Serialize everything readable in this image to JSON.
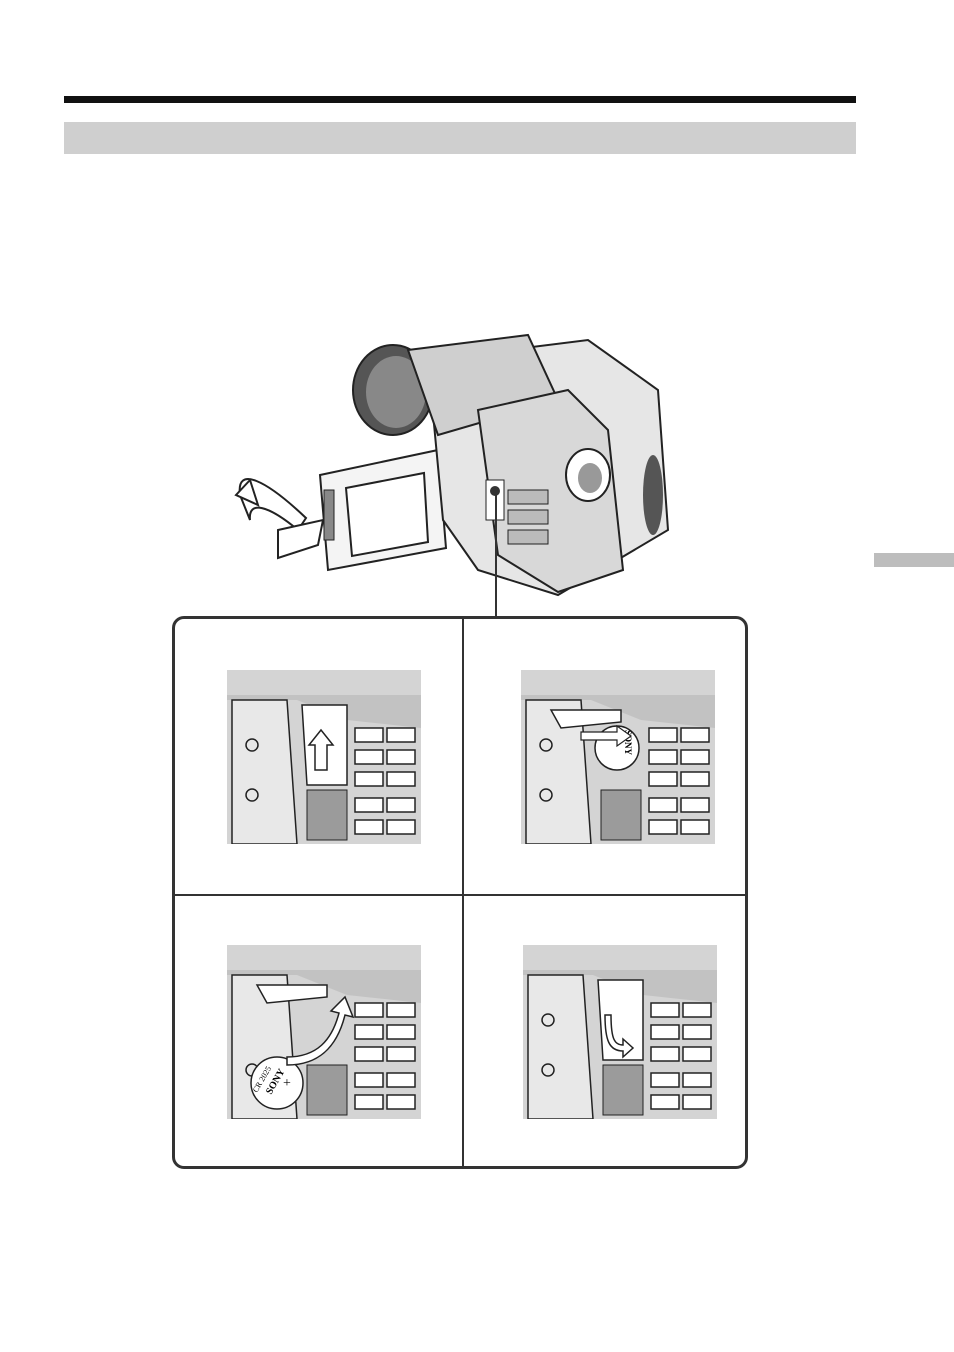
{
  "figure": {
    "camera_icons": [
      "camcorder-icon",
      "lcd-panel-icon",
      "open-arrow-icon"
    ],
    "steps": [
      {
        "panel": "open-cover",
        "icon": "up-arrow-icon"
      },
      {
        "panel": "remove-battery",
        "icon": "battery-out-icon",
        "battery_text": "SONY"
      },
      {
        "panel": "insert-battery",
        "icon": "curved-arrow-icon",
        "battery_brand": "SONY",
        "battery_model": "CR 2025",
        "battery_polarity": "+"
      },
      {
        "panel": "close-cover",
        "icon": "down-arrow-icon"
      }
    ]
  },
  "colors": {
    "panel_bg": "#d4d4d4",
    "rule": "#111111",
    "band": "#cfcfcf"
  }
}
